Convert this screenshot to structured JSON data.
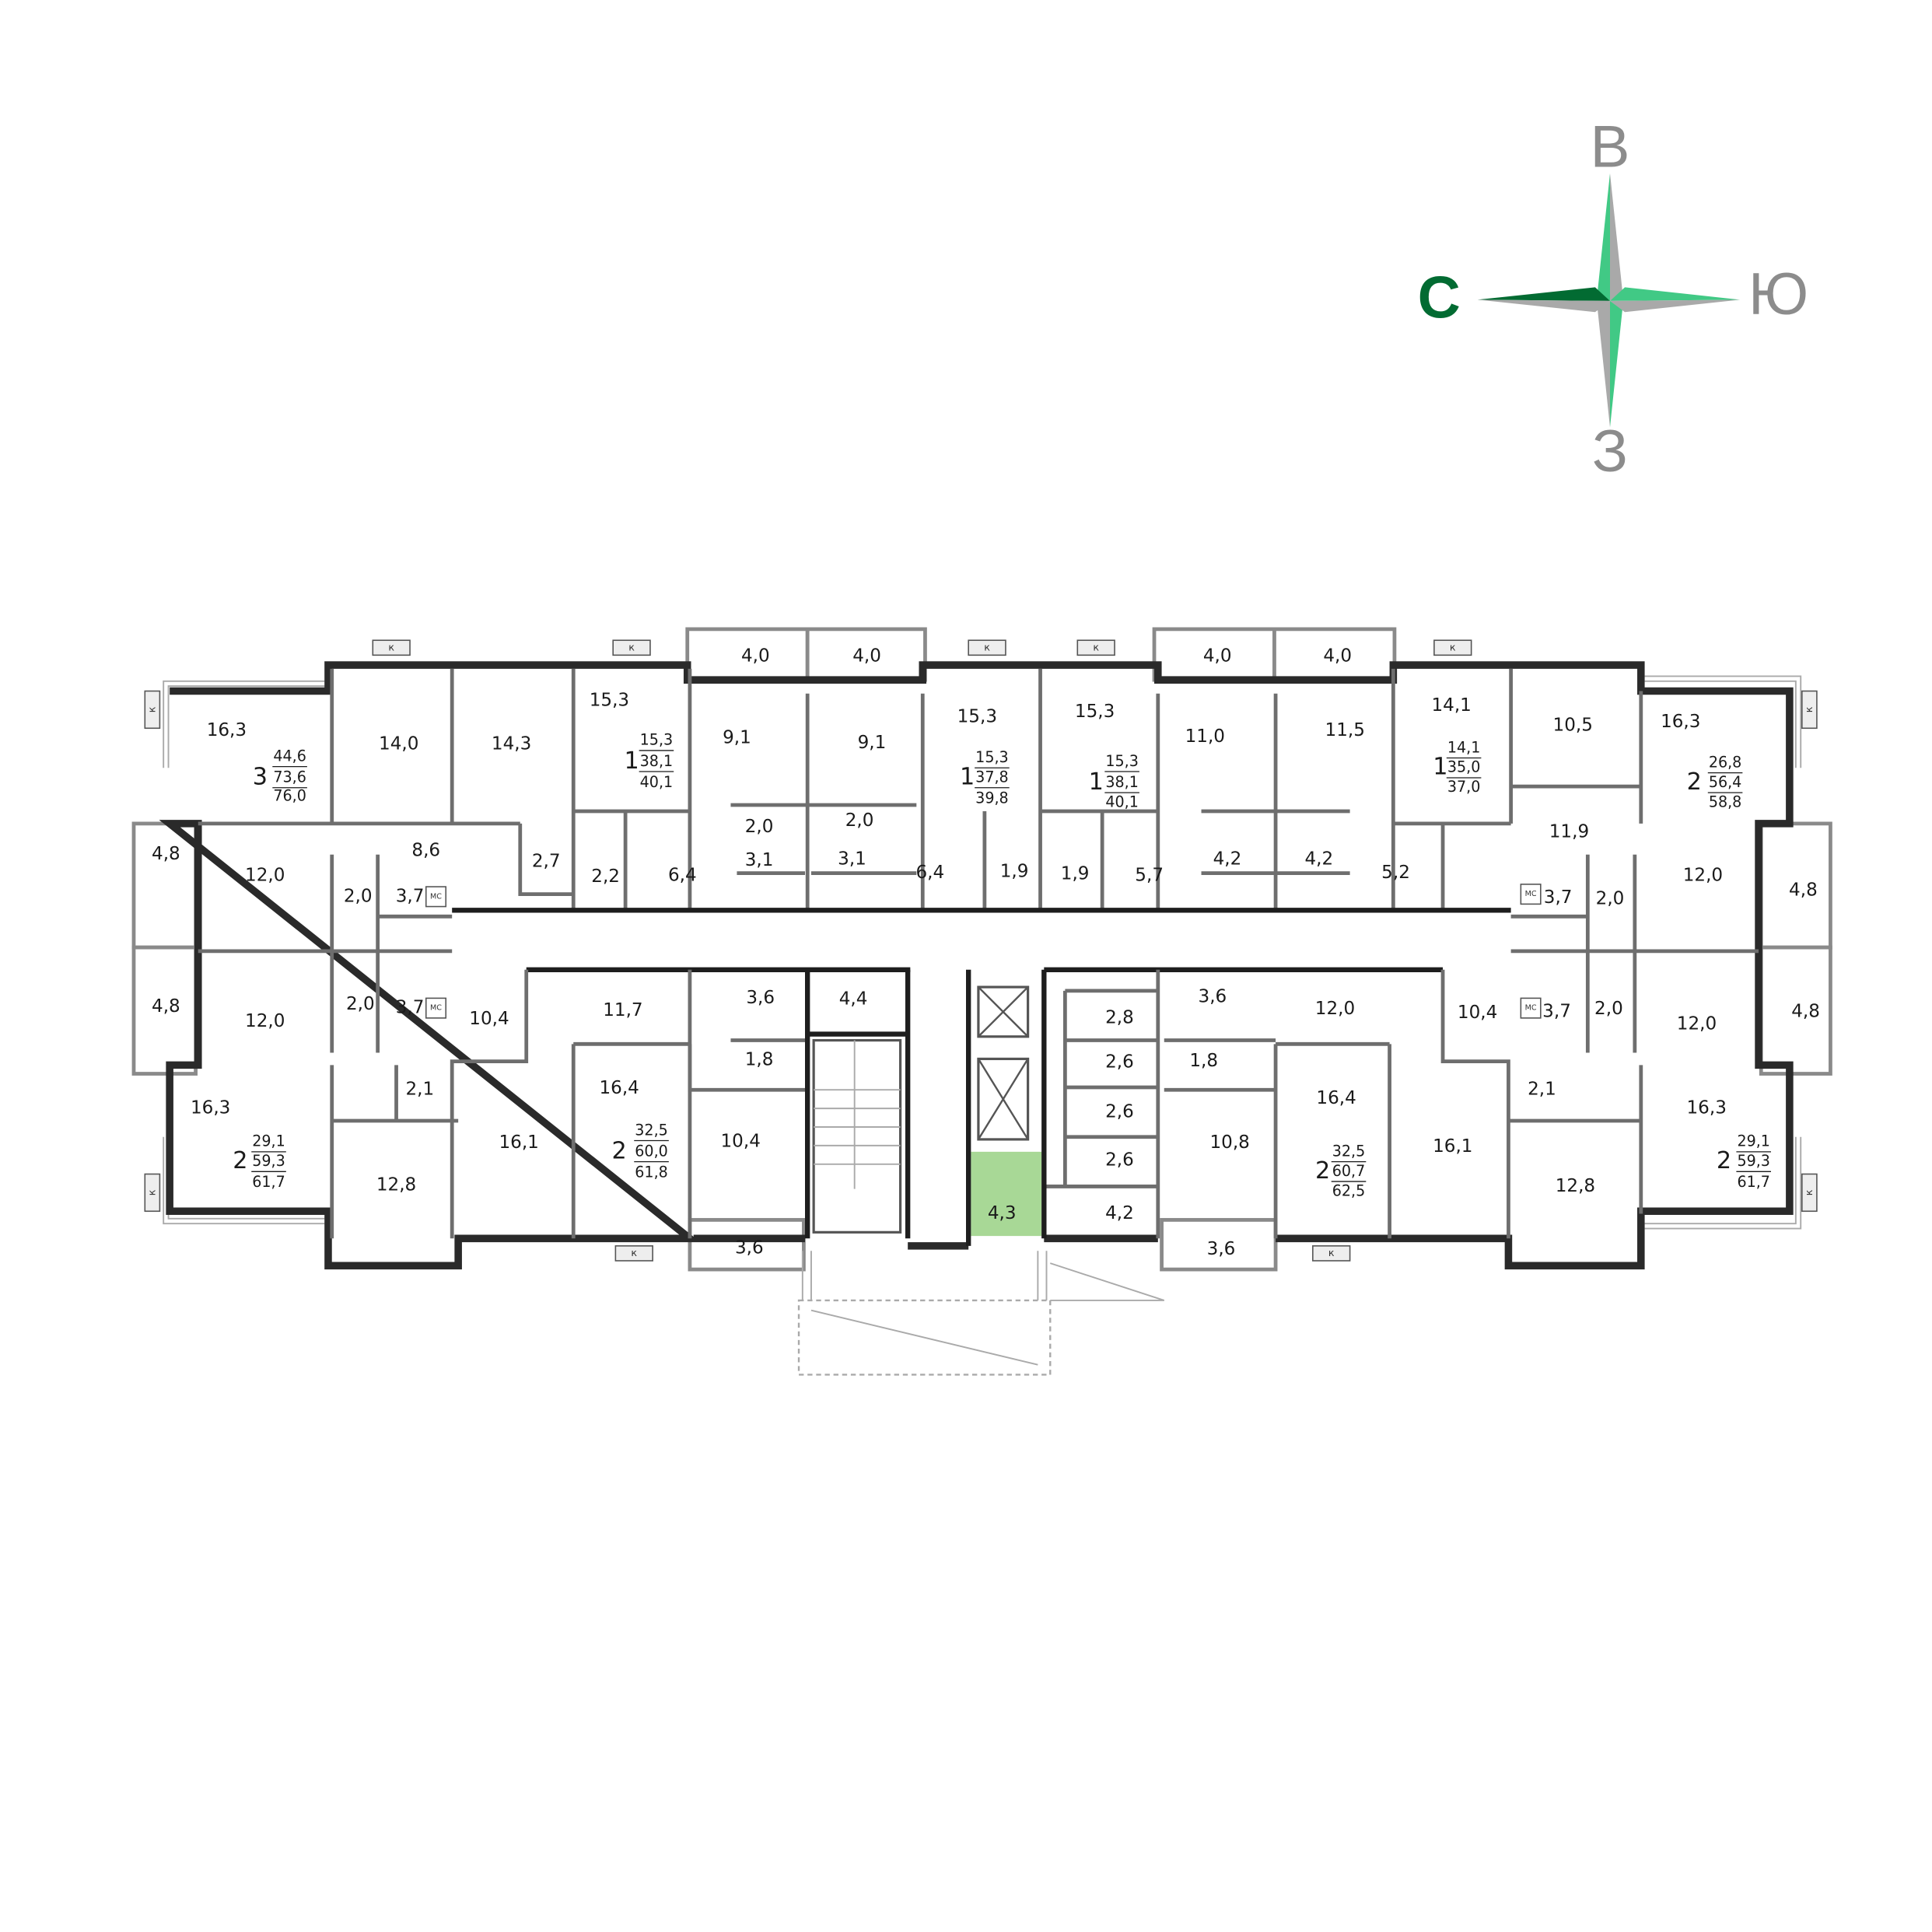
{
  "compass": {
    "north": "С",
    "east": "В",
    "south": "Ю",
    "west": "З",
    "colors": {
      "dark_green": "#026b32",
      "light_green": "#41c985",
      "grey": "#a9a9a9",
      "label_grey": "#8c8c8c"
    }
  },
  "storage_mark": "к",
  "highlight_color": "#a8d896",
  "rooms": [
    "16,3",
    "14,0",
    "14,3",
    "15,3",
    "9,1",
    "9,1",
    "4,0",
    "4,0",
    "15,3",
    "15,3",
    "4,0",
    "4,0",
    "11,0",
    "11,5",
    "14,1",
    "10,5",
    "16,3",
    "4,8",
    "12,0",
    "8,6",
    "2,7",
    "2,0",
    "3,7",
    "2,2",
    "6,4",
    "2,0",
    "2,0",
    "3,1",
    "3,1",
    "6,4",
    "1,9",
    "1,9",
    "5,7",
    "4,2",
    "4,2",
    "5,2",
    "11,9",
    "3,7",
    "2,0",
    "12,0",
    "4,8",
    "4,8",
    "12,0",
    "2,0",
    "3,7",
    "10,4",
    "11,7",
    "3,6",
    "4,4",
    "1,8",
    "2,8",
    "2,6",
    "2,6",
    "2,6",
    "3,6",
    "1,8",
    "12,0",
    "10,4",
    "3,7",
    "2,0",
    "12,0",
    "4,8",
    "16,3",
    "2,1",
    "12,8",
    "16,1",
    "16,4",
    "10,4",
    "3,6",
    "4,3",
    "4,2",
    "10,8",
    "16,4",
    "16,1",
    "3,6",
    "2,1",
    "12,8",
    "16,3"
  ],
  "apartments": [
    {
      "rooms": "3",
      "living": "44,6",
      "total": "73,6",
      "total_with_balconies": "76,0"
    },
    {
      "rooms": "1",
      "living": "15,3",
      "total": "38,1",
      "total_with_balconies": "40,1"
    },
    {
      "rooms": "1",
      "living": "15,3",
      "total": "37,8",
      "total_with_balconies": "39,8"
    },
    {
      "rooms": "1",
      "living": "15,3",
      "total": "38,1",
      "total_with_balconies": "40,1"
    },
    {
      "rooms": "1",
      "living": "14,1",
      "total": "35,0",
      "total_with_balconies": "37,0"
    },
    {
      "rooms": "2",
      "living": "26,8",
      "total": "56,4",
      "total_with_balconies": "58,8"
    },
    {
      "rooms": "2",
      "living": "29,1",
      "total": "59,3",
      "total_with_balconies": "61,7"
    },
    {
      "rooms": "2",
      "living": "32,5",
      "total": "60,0",
      "total_with_balconies": "61,8"
    },
    {
      "rooms": "2",
      "living": "32,5",
      "total": "60,7",
      "total_with_balconies": "62,5"
    },
    {
      "rooms": "2",
      "living": "29,1",
      "total": "59,3",
      "total_with_balconies": "61,7"
    }
  ],
  "wc_mark": "МС"
}
